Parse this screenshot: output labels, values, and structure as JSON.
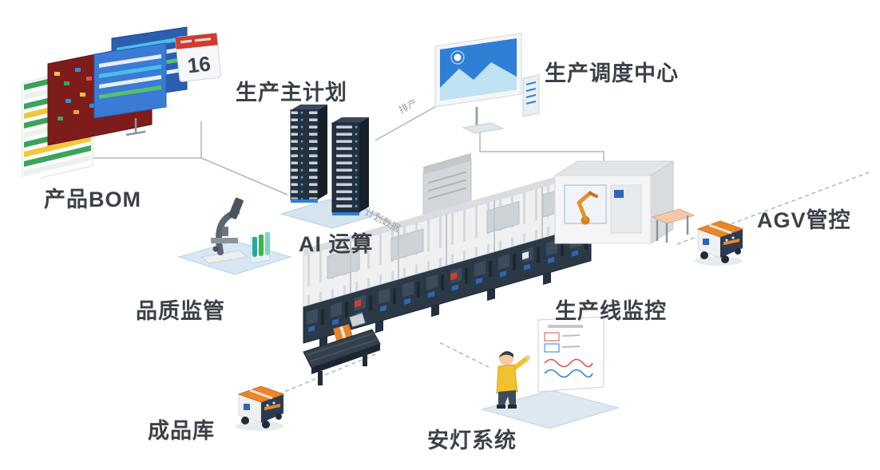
{
  "nodes": {
    "bom": {
      "label": "产品BOM"
    },
    "master_plan": {
      "label": "生产主计划"
    },
    "dispatch_center": {
      "label": "生产调度中心"
    },
    "ai_compute": {
      "label": "AI 运算"
    },
    "agv_control": {
      "label": "AGV管控"
    },
    "quality": {
      "label": "品质监管"
    },
    "line_monitor": {
      "label": "生产线监控"
    },
    "finished_goods": {
      "label": "成品库"
    },
    "andon": {
      "label": "安灯系统"
    }
  },
  "edges": {
    "scheduling": {
      "label": "排产"
    },
    "plan_data": {
      "label": "计划数据"
    }
  },
  "calendar": {
    "day": "16"
  },
  "colors": {
    "label_text": "#3b4148",
    "edge_line": "#aeb6bd",
    "accent_blue": "#2f66b3",
    "accent_orange": "#e8862c",
    "accent_red": "#d23b2f",
    "server_dark": "#24313f",
    "screen_blue": "#2f7fd6"
  }
}
